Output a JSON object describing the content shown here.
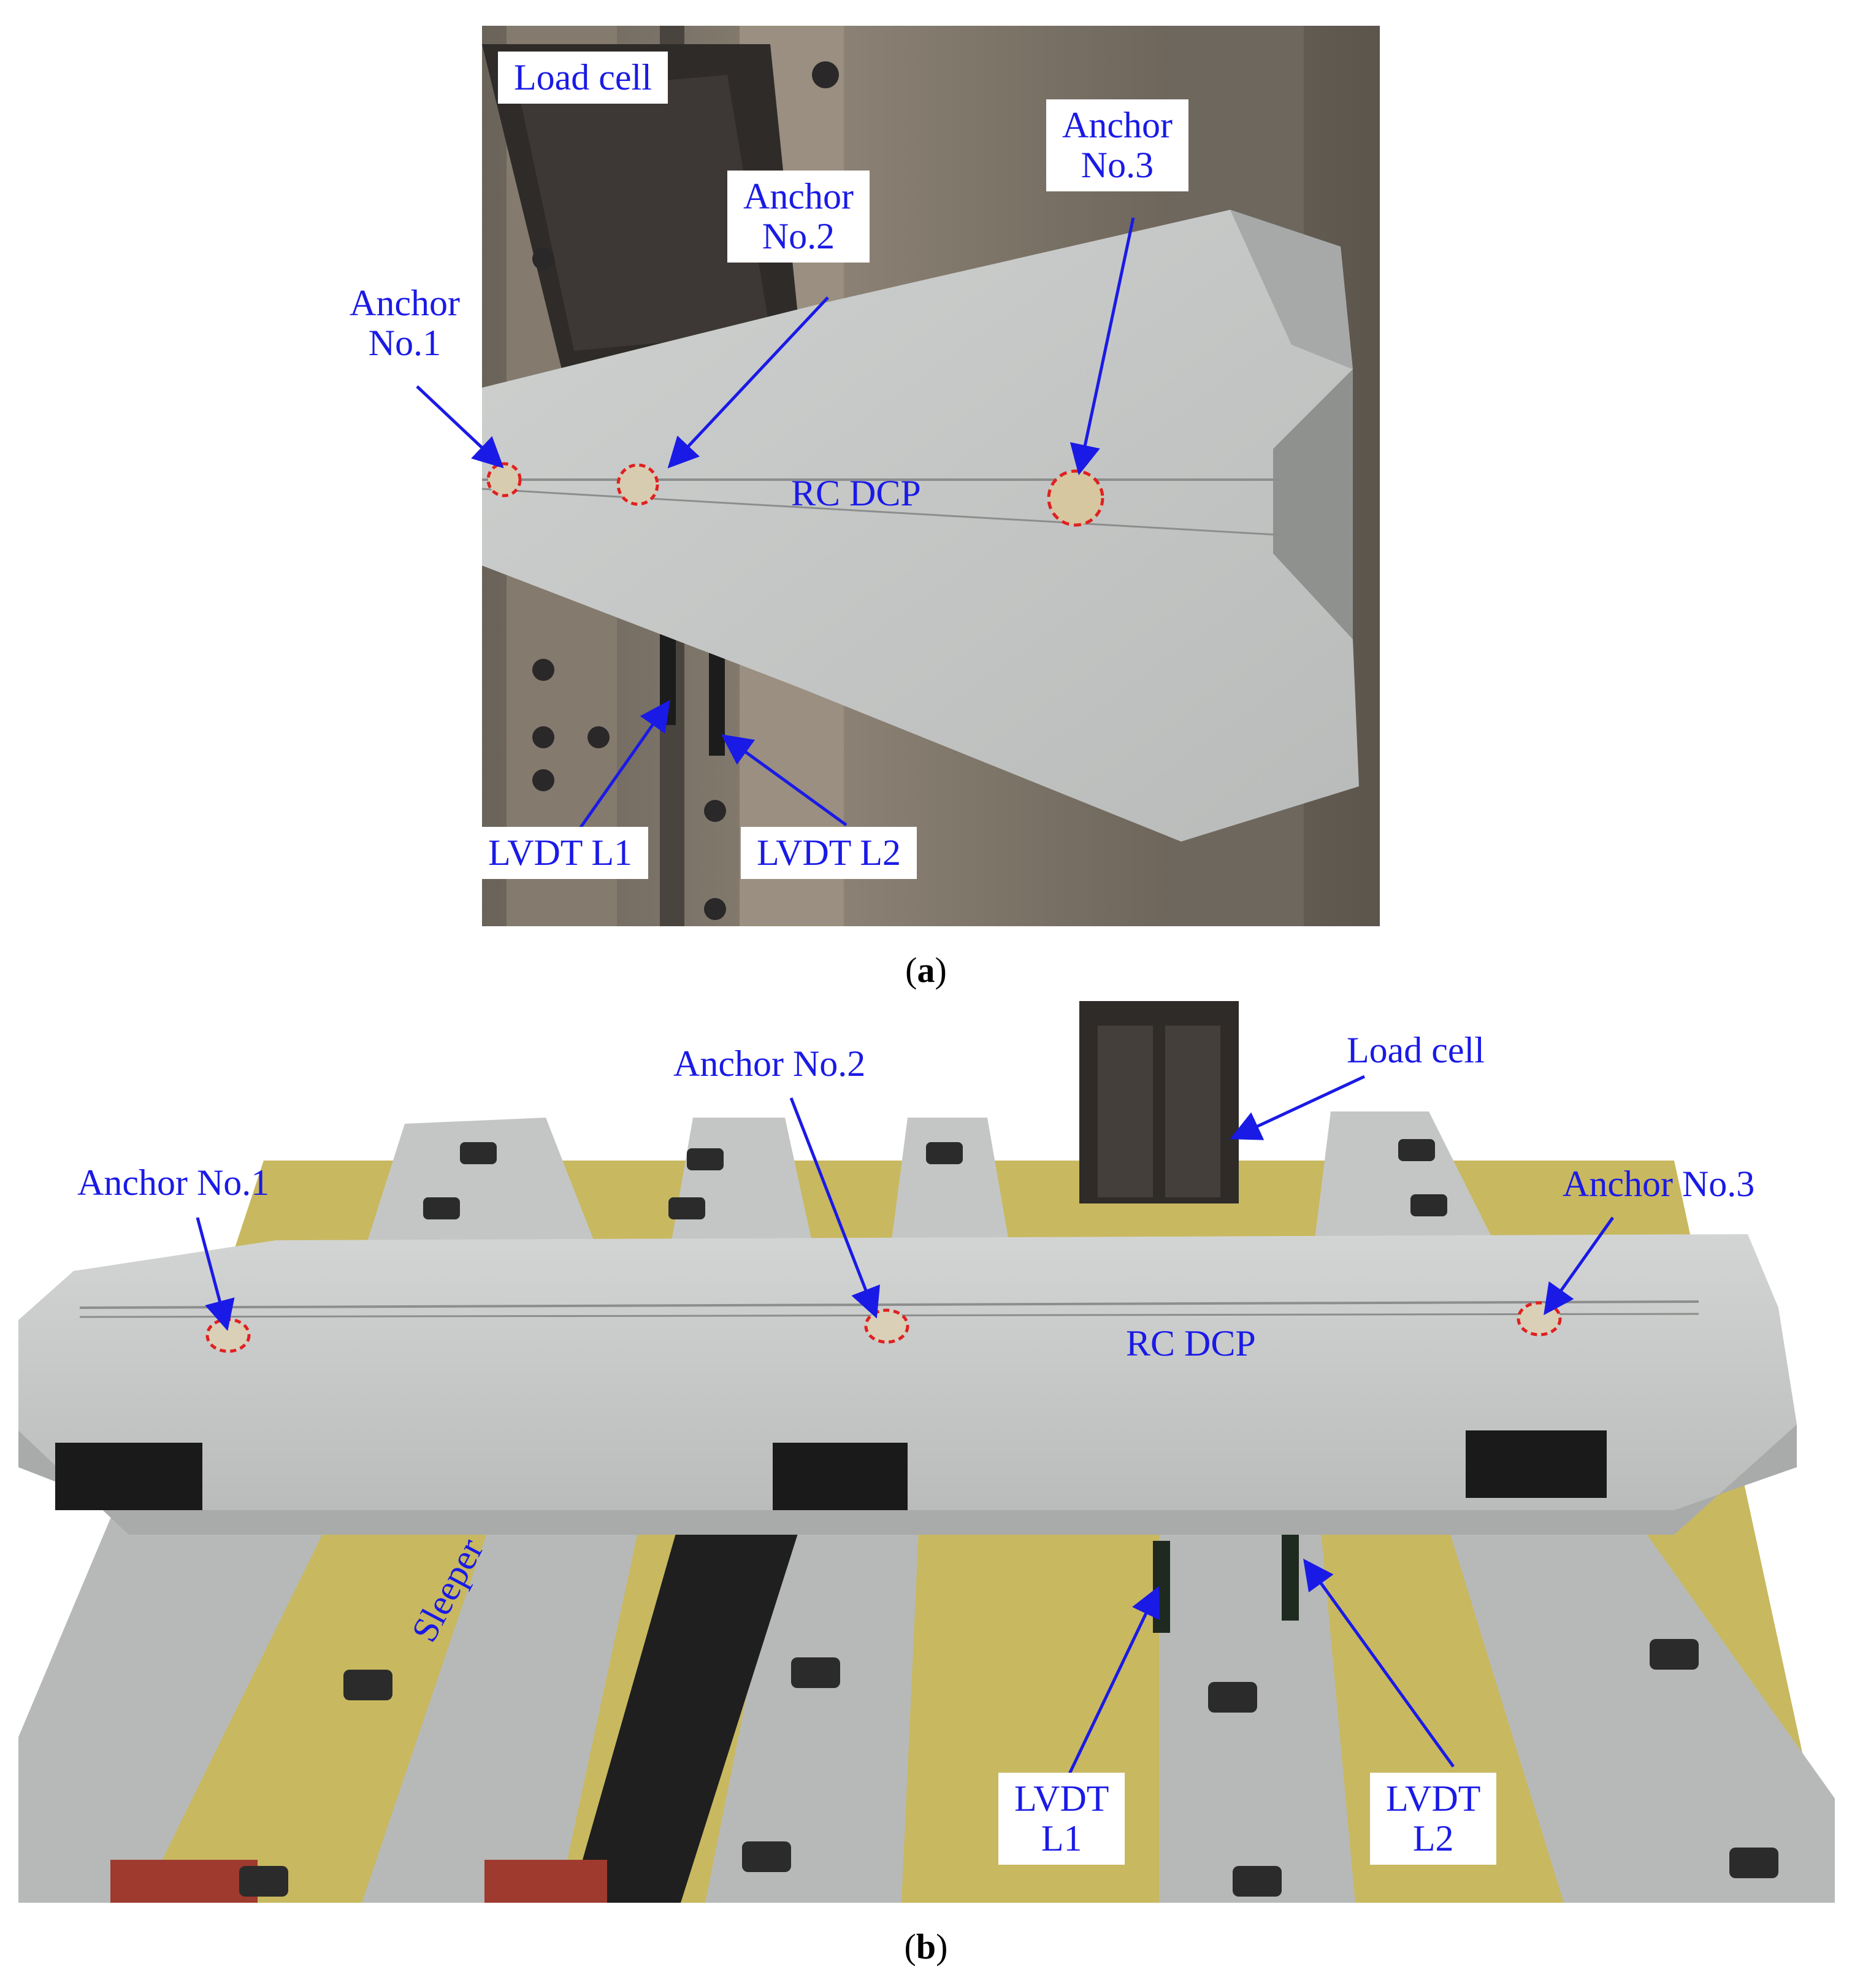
{
  "figure": {
    "panel_a": {
      "caption_letter": "a",
      "labels": {
        "load_cell": "Load cell",
        "anchor1": [
          "Anchor",
          "No.1"
        ],
        "anchor2": [
          "Anchor",
          "No.2"
        ],
        "anchor3": [
          "Anchor",
          "No.3"
        ],
        "plate": "RC DCP",
        "lvdt_l1": "LVDT L1",
        "lvdt_l2": "LVDT L2"
      }
    },
    "panel_b": {
      "caption_letter": "b",
      "labels": {
        "anchor1": "Anchor No.1",
        "anchor2": "Anchor No.2",
        "anchor3": "Anchor No.3",
        "load_cell": "Load cell",
        "plate": "RC DCP",
        "sleeper": "Sleeper",
        "lvdt_l1": [
          "LVDT",
          "L1"
        ],
        "lvdt_l2": [
          "LVDT",
          "L2"
        ]
      }
    },
    "colors": {
      "label_text": "#1a1ae6",
      "arrow": "#1a1ae6",
      "anchor_marker": "#e02020",
      "concrete": "#c9cbca",
      "floor_yellow": "#c8b860"
    }
  }
}
